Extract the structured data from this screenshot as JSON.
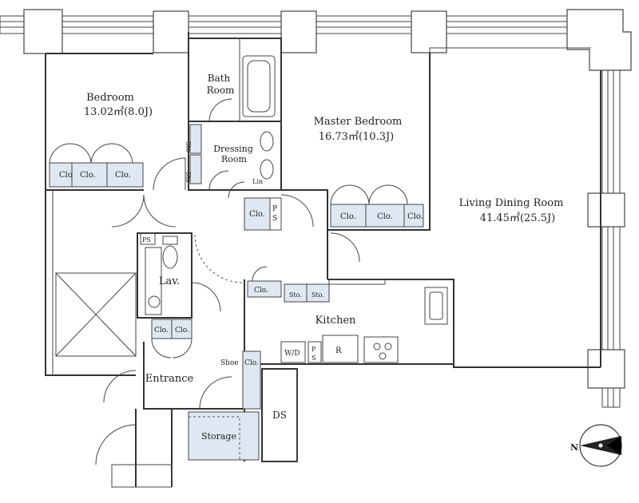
{
  "rooms": {
    "bedroom": {
      "name": "Bedroom",
      "area": "13.02㎡(8.0J)"
    },
    "master_bedroom": {
      "name": "Master Bedroom",
      "area": "16.73㎡(10.3J)"
    },
    "living": {
      "name": "Living Dining Room",
      "area": "41.45㎡(25.5J)"
    },
    "bath_line1": "Bath",
    "bath_line2": "Room",
    "dressing_line1": "Dressing",
    "dressing_line2": "Room",
    "lav": "Lav.",
    "kitchen": "Kitchen",
    "entrance": "Entrance",
    "storage": "Storage",
    "ds": "DS"
  },
  "fixtures": {
    "clo": "Clo.",
    "clo_short": "Clo",
    "sto": "Sto.",
    "sto_vertical": "Sto",
    "ps": "PS",
    "p": "P",
    "s": "S",
    "wd": "W/D",
    "r": "R",
    "shoe": "Shoe",
    "lin": "Lin"
  },
  "compass": {
    "label": "N"
  }
}
